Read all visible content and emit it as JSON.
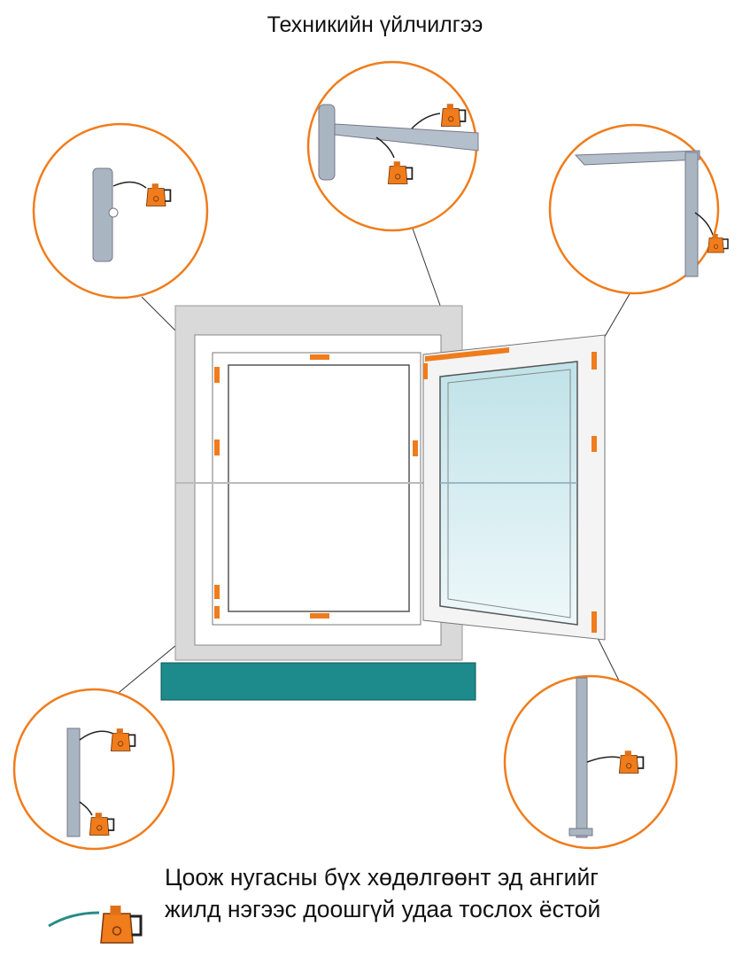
{
  "title": "Техникийн үйлчилгээ",
  "note": {
    "line1": "Цоож нугасны бүх хөдөлгөөнт эд ангийг",
    "line2": "жилд нэгээс доошгүй удаа тослох ёстой"
  },
  "colors": {
    "accent": "#f07c1c",
    "sill": "#1d8a8c",
    "wall": "#d9d9d9",
    "glass": "#cfe9ee",
    "metal": "#a9b6c2"
  },
  "icons": [
    "oil-can-icon",
    "window-handle-icon",
    "hinge-icon",
    "corner-hinge-icon",
    "lock-bar-icon"
  ]
}
